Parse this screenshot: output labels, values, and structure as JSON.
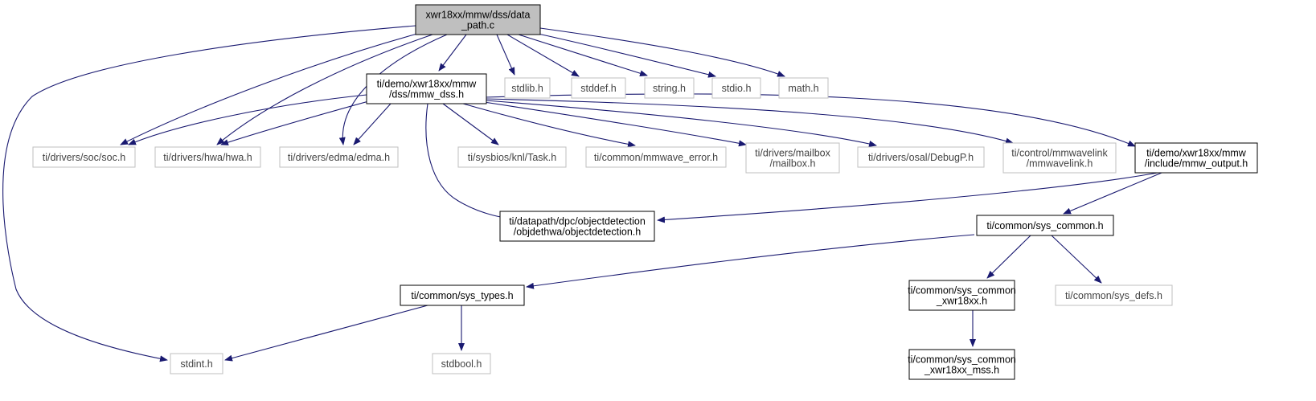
{
  "graph": {
    "nodes": [
      {
        "id": "data_path",
        "lines": [
          "xwr18xx/mmw/dss/data",
          "_path.c"
        ],
        "style": "root"
      },
      {
        "id": "mmw_dss",
        "lines": [
          "ti/demo/xwr18xx/mmw",
          "/dss/mmw_dss.h"
        ],
        "style": "documented"
      },
      {
        "id": "stdlib",
        "lines": [
          "stdlib.h"
        ],
        "style": "external"
      },
      {
        "id": "stddef",
        "lines": [
          "stddef.h"
        ],
        "style": "external"
      },
      {
        "id": "string",
        "lines": [
          "string.h"
        ],
        "style": "external"
      },
      {
        "id": "stdio",
        "lines": [
          "stdio.h"
        ],
        "style": "external"
      },
      {
        "id": "math",
        "lines": [
          "math.h"
        ],
        "style": "external"
      },
      {
        "id": "soc",
        "lines": [
          "ti/drivers/soc/soc.h"
        ],
        "style": "external"
      },
      {
        "id": "hwa",
        "lines": [
          "ti/drivers/hwa/hwa.h"
        ],
        "style": "external"
      },
      {
        "id": "edma",
        "lines": [
          "ti/drivers/edma/edma.h"
        ],
        "style": "external"
      },
      {
        "id": "task",
        "lines": [
          "ti/sysbios/knl/Task.h"
        ],
        "style": "external"
      },
      {
        "id": "mmwave_error",
        "lines": [
          "ti/common/mmwave_error.h"
        ],
        "style": "external"
      },
      {
        "id": "mailbox",
        "lines": [
          "ti/drivers/mailbox",
          "/mailbox.h"
        ],
        "style": "external"
      },
      {
        "id": "debugp",
        "lines": [
          "ti/drivers/osal/DebugP.h"
        ],
        "style": "external"
      },
      {
        "id": "mmwavelink",
        "lines": [
          "ti/control/mmwavelink",
          "/mmwavelink.h"
        ],
        "style": "external"
      },
      {
        "id": "mmw_output",
        "lines": [
          "ti/demo/xwr18xx/mmw",
          "/include/mmw_output.h"
        ],
        "style": "documented"
      },
      {
        "id": "objectdetection",
        "lines": [
          "ti/datapath/dpc/objectdetection",
          "/objdethwa/objectdetection.h"
        ],
        "style": "documented"
      },
      {
        "id": "sys_common",
        "lines": [
          "ti/common/sys_common.h"
        ],
        "style": "documented"
      },
      {
        "id": "sys_types",
        "lines": [
          "ti/common/sys_types.h"
        ],
        "style": "documented"
      },
      {
        "id": "sys_common_xwr18xx",
        "lines": [
          "ti/common/sys_common",
          "_xwr18xx.h"
        ],
        "style": "documented"
      },
      {
        "id": "sys_defs",
        "lines": [
          "ti/common/sys_defs.h"
        ],
        "style": "external"
      },
      {
        "id": "stdint",
        "lines": [
          "stdint.h"
        ],
        "style": "external"
      },
      {
        "id": "stdbool",
        "lines": [
          "stdbool.h"
        ],
        "style": "external"
      },
      {
        "id": "sys_common_xwr18xx_mss",
        "lines": [
          "ti/common/sys_common",
          "_xwr18xx_mss.h"
        ],
        "style": "documented"
      }
    ],
    "edges": [
      {
        "from": "data_path",
        "to": "mmw_dss"
      },
      {
        "from": "data_path",
        "to": "stdlib"
      },
      {
        "from": "data_path",
        "to": "stddef"
      },
      {
        "from": "data_path",
        "to": "string"
      },
      {
        "from": "data_path",
        "to": "stdio"
      },
      {
        "from": "data_path",
        "to": "math"
      },
      {
        "from": "data_path",
        "to": "soc"
      },
      {
        "from": "data_path",
        "to": "hwa"
      },
      {
        "from": "data_path",
        "to": "edma"
      },
      {
        "from": "data_path",
        "to": "stdint"
      },
      {
        "from": "mmw_dss",
        "to": "soc"
      },
      {
        "from": "mmw_dss",
        "to": "hwa"
      },
      {
        "from": "mmw_dss",
        "to": "edma"
      },
      {
        "from": "mmw_dss",
        "to": "task"
      },
      {
        "from": "mmw_dss",
        "to": "mmwave_error"
      },
      {
        "from": "mmw_dss",
        "to": "mailbox"
      },
      {
        "from": "mmw_dss",
        "to": "debugp"
      },
      {
        "from": "mmw_dss",
        "to": "mmwavelink"
      },
      {
        "from": "mmw_dss",
        "to": "mmw_output"
      },
      {
        "from": "mmw_dss",
        "to": "objectdetection"
      },
      {
        "from": "mmw_output",
        "to": "objectdetection"
      },
      {
        "from": "mmw_output",
        "to": "sys_common"
      },
      {
        "from": "sys_common",
        "to": "sys_types"
      },
      {
        "from": "sys_common",
        "to": "sys_common_xwr18xx"
      },
      {
        "from": "sys_common",
        "to": "sys_defs"
      },
      {
        "from": "sys_types",
        "to": "stdint"
      },
      {
        "from": "sys_types",
        "to": "stdbool"
      },
      {
        "from": "sys_common_xwr18xx",
        "to": "sys_common_xwr18xx_mss"
      }
    ]
  },
  "colors": {
    "root_fill": "#bfbfbf",
    "root_border": "#000000",
    "documented_border": "#000000",
    "external_border": "#bfbfbf",
    "edge": "#191970"
  }
}
